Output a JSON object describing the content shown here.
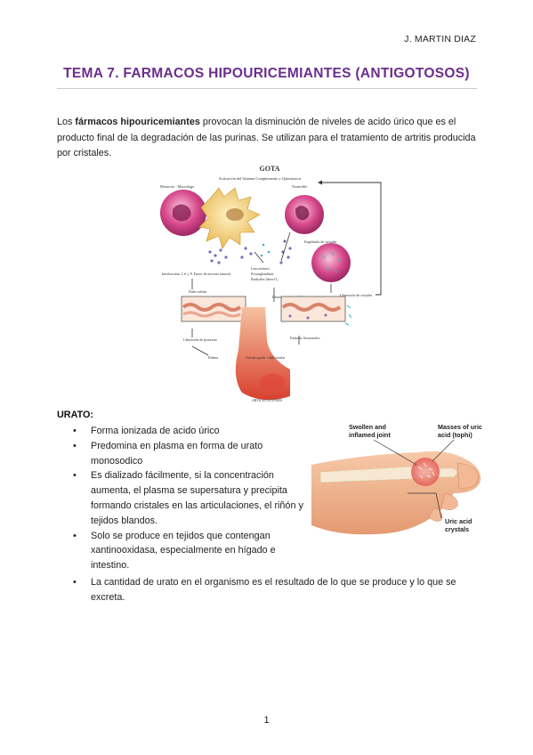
{
  "header": {
    "author": "J. MARTIN DIAZ",
    "title": "TEMA 7. FARMACOS HIPOURICEMIANTES (ANTIGOTOSOS)"
  },
  "intro": {
    "prefix": "Los ",
    "bold": "fármacos hipouricemiantes",
    "rest": " provocan la disminución de niveles de acido úrico que es el producto final de la degradación de las purinas. Se utilizan para el tratamiento de artritis producida por cristales."
  },
  "gota_figure": {
    "title": "GOTA",
    "subtitle": "Activación del Sistema Complemento y Quimiotaxis",
    "label_monocito": "Monocito - Macrófago",
    "label_neutrofilo": "Neutrófilo",
    "label_englobado": "Englobado de cristales",
    "label_leucotrienos": "Leucotrienos",
    "label_prostaglandinas": "Prostaglandinas",
    "label_radicales": "Radicales libres O₂",
    "label_interleucinas": "Interleucinas 1, 6, y 8. Factor de necrosis tumoral",
    "label_dano_celular": "Daño celular",
    "label_desintegracion": "Desintegración celular",
    "label_liberacion_cristales": "Liberación de cristales",
    "label_liberacion_proteasas": "Liberación de proteasas",
    "label_enzimas": "Enzimas lisosomales",
    "label_edema": "Edema",
    "label_dano_tisular": "Artritis aguda - daño tisular",
    "label_articulaciones": "ARTICULACIONES"
  },
  "urato": {
    "heading": "URATO:",
    "bullets": [
      "Forma ionizada de acido úrico",
      "Predomina en plasma en forma de urato monosodico",
      "Es dializado fácilmente, si la concentración aumenta, el plasma se supersatura y precipita formando cristales en las articulaciones, el riñón y tejidos blandos.",
      "Solo se produce en tejidos que contengan xantinooxidasa, especialmente en hígado e intestino."
    ],
    "last_bullet": "La cantidad de urato en el organismo es el resultado de lo que se produce y lo que se excreta."
  },
  "foot_figure": {
    "label_swollen_1": "Swollen and",
    "label_swollen_2": "inflamed joint",
    "label_masses_1": "Masses of uric",
    "label_masses_2": "acid (tophi)",
    "label_crystals_1": "Uric acid",
    "label_crystals_2": "crystals"
  },
  "footer": {
    "page_number": "1"
  },
  "colors": {
    "title": "#6b2e8c",
    "cell_pink": "#d84a8c",
    "macrophage": "#f2d27a",
    "skin": "#f2b48c",
    "inflamed": "#e0403a"
  }
}
